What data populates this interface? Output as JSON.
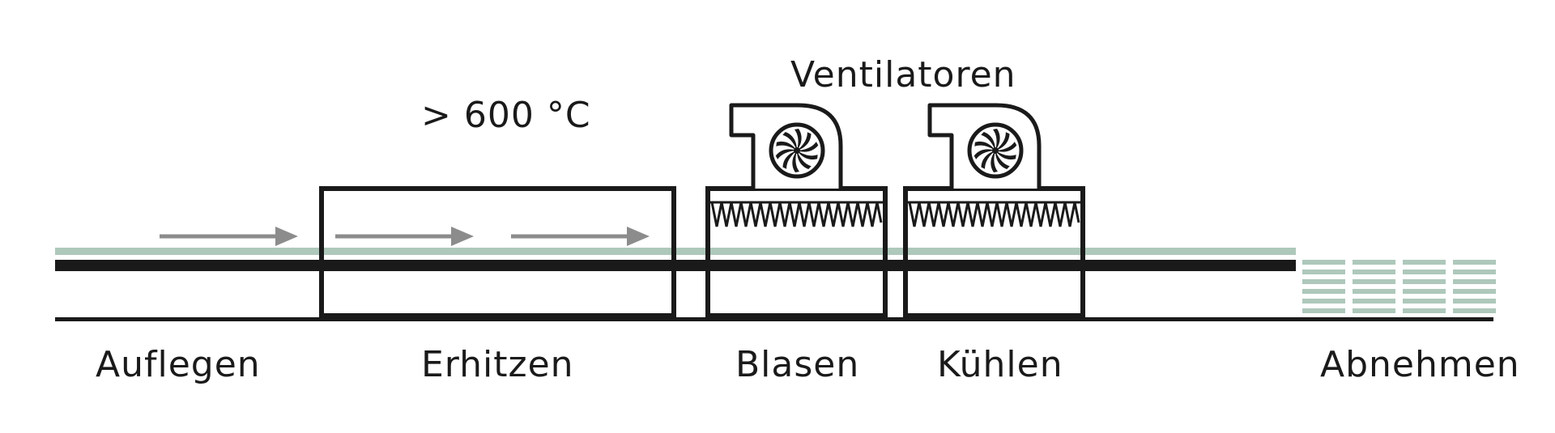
{
  "labels": {
    "temperature": "> 600 °C",
    "fans": "Ventilatoren",
    "stations": {
      "load": "Auflegen",
      "heat": "Erhitzen",
      "blow": "Blasen",
      "cool": "Kühlen",
      "unload": "Abnehmen"
    }
  },
  "colors": {
    "line": "#1a1a1a",
    "glass": "#aec8bb",
    "arrow": "#8c8c8c",
    "background": "#ffffff"
  },
  "icons": {
    "flow": "arrow-right-icon",
    "fan": "fan-icon",
    "glass_stack": "glass-stack-icon"
  }
}
